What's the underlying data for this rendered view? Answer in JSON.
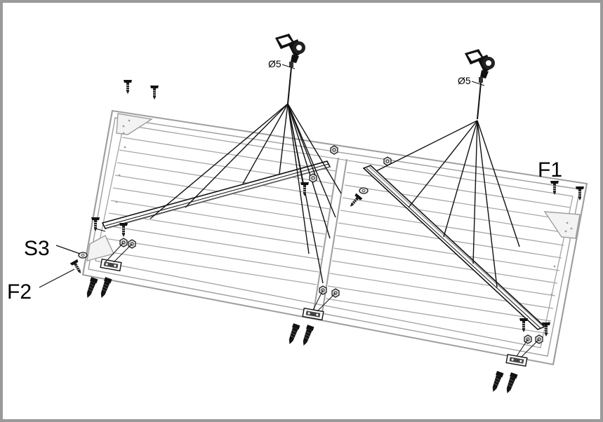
{
  "diagram": {
    "labels": {
      "drill_bit_left": "Ø5",
      "drill_bit_right": "Ø5",
      "part_f1": "F1",
      "part_s3": "S3",
      "part_f2": "F2"
    },
    "icons": [
      "cordless-drill-icon",
      "screw-icon",
      "washer-icon",
      "nut-icon",
      "bracket-icon",
      "bolt-icon"
    ]
  }
}
